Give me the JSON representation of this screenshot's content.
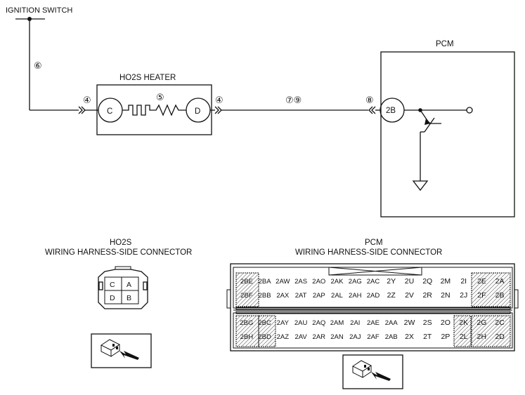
{
  "labels": {
    "ignition_switch": "IGNITION SWITCH",
    "ho2s_heater": "HO2S HEATER",
    "pcm": "PCM"
  },
  "terminals": {
    "heater_c": "C",
    "heater_d": "D",
    "pcm_2b": "2B"
  },
  "circle_numbers": {
    "n6": "⑥",
    "n4_left": "④",
    "n5": "⑤",
    "n4_right": "④",
    "n7_9": "⑦⑨",
    "n8": "⑧"
  },
  "ho2s_connector": {
    "title_line1": "HO2S",
    "title_line2": "WIRING HARNESS-SIDE CONNECTOR",
    "pins": [
      "C",
      "A",
      "D",
      "B"
    ]
  },
  "pcm_connector": {
    "title_line1": "PCM",
    "title_line2": "WIRING HARNESS-SIDE CONNECTOR",
    "upper": [
      [
        "2BE",
        "2BA",
        "2AW",
        "2AS",
        "2AO",
        "2AK",
        "2AG",
        "2AC",
        "2Y",
        "2U",
        "2Q",
        "2M",
        "2I",
        "2E",
        "2A"
      ],
      [
        "2BF",
        "2BB",
        "2AX",
        "2AT",
        "2AP",
        "2AL",
        "2AH",
        "2AD",
        "2Z",
        "2V",
        "2R",
        "2N",
        "2J",
        "2F",
        "2B"
      ]
    ],
    "lower": [
      [
        "2BG",
        "2BC",
        "2AY",
        "2AU",
        "2AQ",
        "2AM",
        "2AI",
        "2AE",
        "2AA",
        "2W",
        "2S",
        "2O",
        "2K",
        "2G",
        "2C"
      ],
      [
        "2BH",
        "2BD",
        "2AZ",
        "2AV",
        "2AR",
        "2AN",
        "2AJ",
        "2AF",
        "2AB",
        "2X",
        "2T",
        "2P",
        "2L",
        "2H",
        "2D"
      ]
    ]
  }
}
